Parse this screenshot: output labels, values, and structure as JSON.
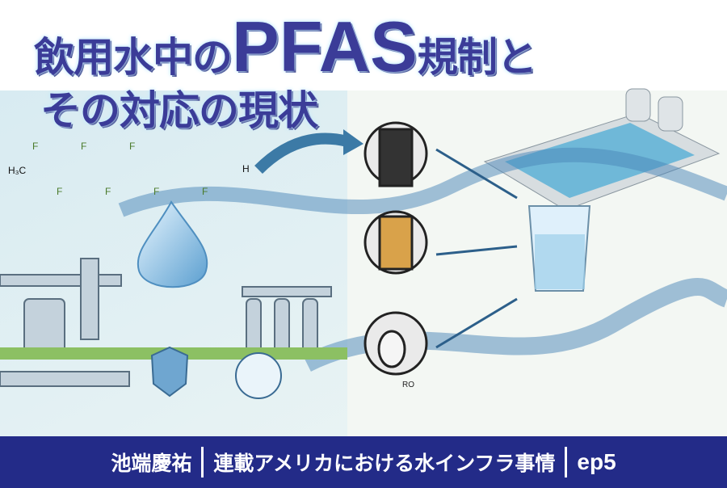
{
  "title": {
    "line1_pre": "飲用水中の",
    "line1_big": "PFAS",
    "line1_post": "規制と",
    "line2": "その対応の現状"
  },
  "molecule": {
    "left": "H₃C",
    "right": "H",
    "atom": "F"
  },
  "filter": {
    "ro_label": "RO"
  },
  "footer": {
    "author": "池端慶祐",
    "series": "連載アメリカにおける水インフラ事情",
    "episode": "ep5"
  },
  "colors": {
    "title": "#3b3c98",
    "footer_bg": "#232b88"
  }
}
